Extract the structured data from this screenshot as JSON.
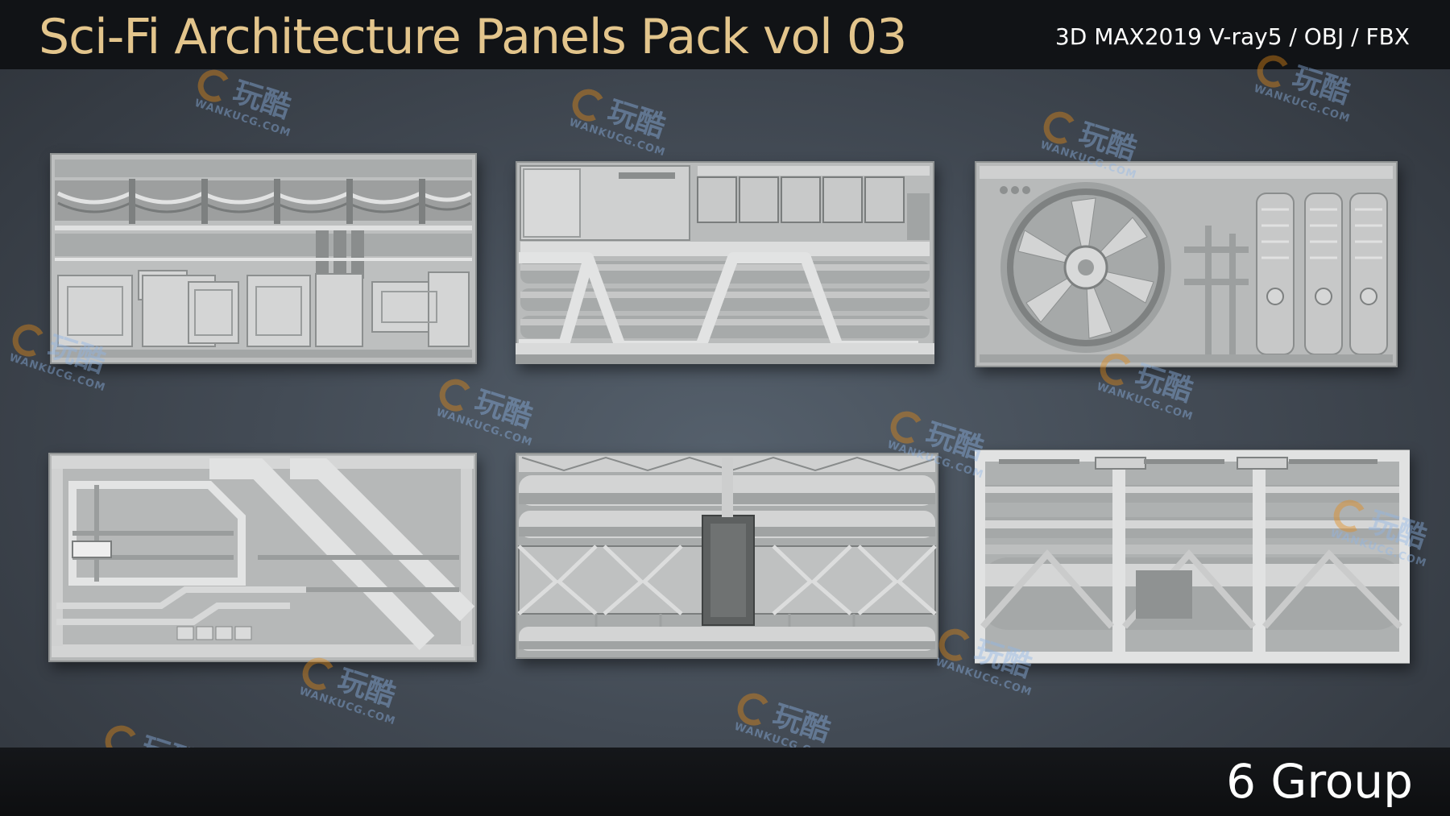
{
  "header": {
    "title": "Sci-Fi Architecture Panels Pack vol 03",
    "formats": "3D MAX2019 V-ray5  / OBJ  /  FBX"
  },
  "footer": {
    "group_label": "6 Group"
  },
  "watermark": {
    "cn_text": "玩酷",
    "en_text": "WANKUCG.COM"
  },
  "colors": {
    "title": "#e3c58c",
    "text": "#ffffff",
    "panel": "#bdbfbf",
    "watermark_orange": "#e58b16",
    "watermark_blue": "#8fb6e8"
  },
  "panels": [
    {
      "id": "panel-1",
      "icon": "conduit-wall-panel"
    },
    {
      "id": "panel-2",
      "icon": "server-rack-truss-panel"
    },
    {
      "id": "panel-3",
      "icon": "ventilation-fan-pipes-panel"
    },
    {
      "id": "panel-4",
      "icon": "diagonal-brace-panel"
    },
    {
      "id": "panel-5",
      "icon": "pipe-bank-panel"
    },
    {
      "id": "panel-6",
      "icon": "tank-frame-panel"
    }
  ]
}
